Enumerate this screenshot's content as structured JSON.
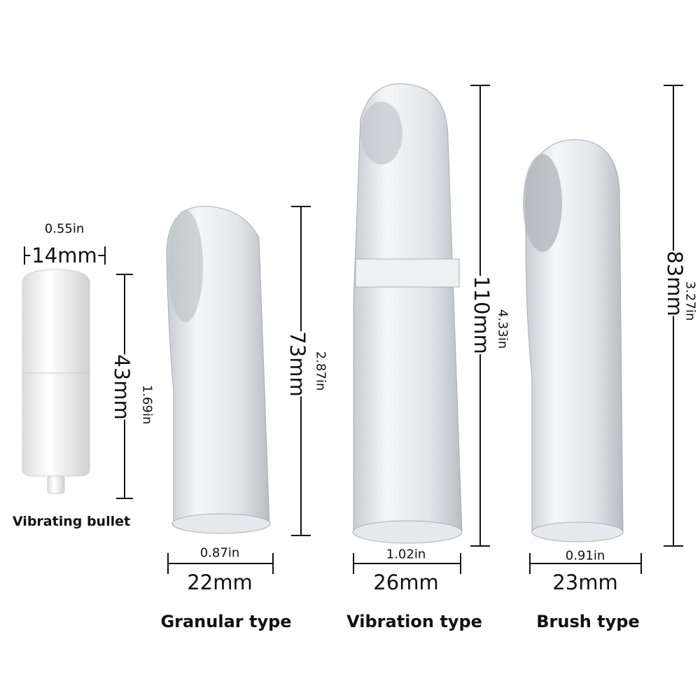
{
  "bullet": {
    "label": "Vibrating bullet",
    "width_mm": "14mm",
    "width_in": "0.55in",
    "height_mm": "43mm",
    "height_in": "1.69in"
  },
  "granular": {
    "label": "Granular type",
    "width_mm": "22mm",
    "width_in": "0.87in",
    "height_mm": "73mm",
    "height_in": "2.87in"
  },
  "vibration": {
    "label": "Vibration type",
    "width_mm": "26mm",
    "width_in": "1.02in",
    "height_mm": "110mm",
    "height_in": "4.33in"
  },
  "brush": {
    "label": "Brush type",
    "width_mm": "23mm",
    "width_in": "0.91in",
    "height_mm": "83mm",
    "height_in": "3.27in"
  },
  "colors": {
    "line": "#111111",
    "sleeve": "#d9dde0",
    "bullet": "#f2f2f2"
  }
}
